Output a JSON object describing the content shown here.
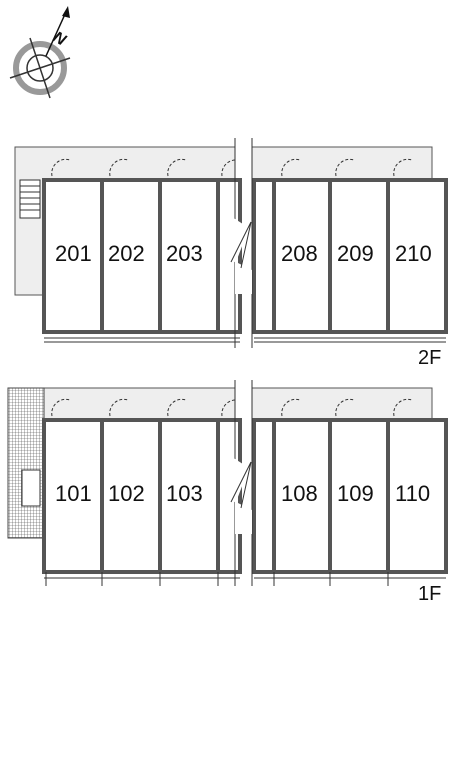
{
  "compass": {
    "north_label": "N",
    "icon": "compass-rose-icon"
  },
  "floors": [
    {
      "label": "2F",
      "units": [
        "201",
        "202",
        "203",
        "208",
        "209",
        "210"
      ]
    },
    {
      "label": "1F",
      "units": [
        "101",
        "102",
        "103",
        "108",
        "109",
        "110"
      ]
    }
  ],
  "colors": {
    "wall": "#555555",
    "corridor": "#eeeeee",
    "line": "#333333"
  }
}
